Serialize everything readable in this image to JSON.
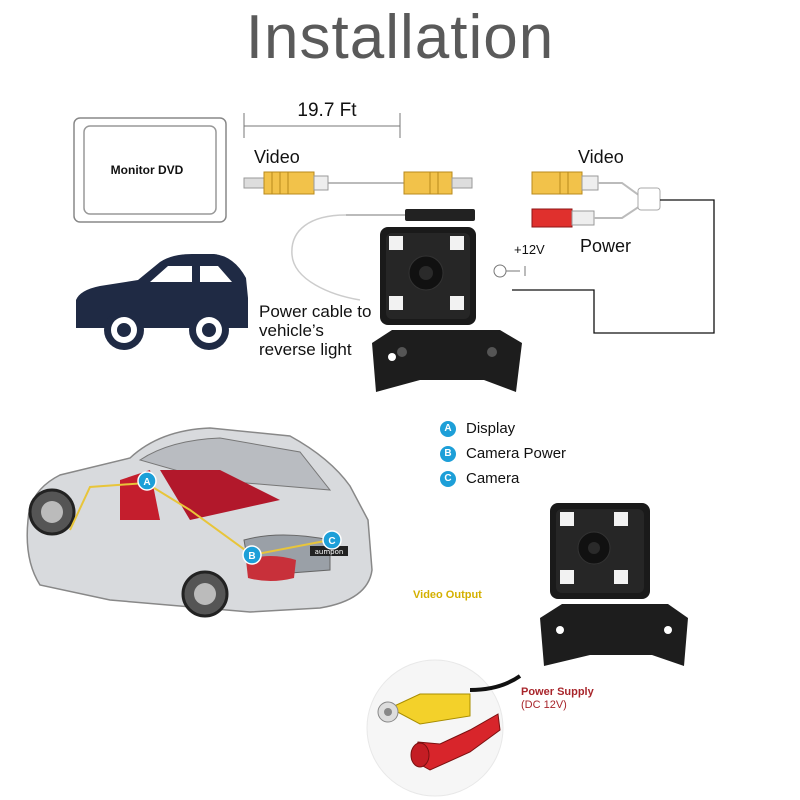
{
  "title": "Installation",
  "top_diagram": {
    "cable_length": "19.7 Ft",
    "monitor_label": "Monitor DVD",
    "video_label_left": "Video",
    "video_label_right": "Video",
    "power_label": "Power",
    "voltage_label": "+12V",
    "reverse_light_note": [
      "Power cable to",
      "vehicle’s",
      "reverse light"
    ]
  },
  "legend": [
    {
      "badge": "A",
      "label": "Display"
    },
    {
      "badge": "B",
      "label": "Camera Power"
    },
    {
      "badge": "C",
      "label": "Camera"
    }
  ],
  "car_photo": {
    "markers": [
      "A",
      "B",
      "C"
    ],
    "plate_text": "aumpon"
  },
  "video_output_label": "Video Output",
  "power_supply_label": [
    "Power Supply",
    "(DC 12V)"
  ],
  "colors": {
    "title": "#5a5a5a",
    "rca_yellow": "#f2c24a",
    "rca_red": "#e0302d",
    "badge_blue": "#1d9fd8",
    "video_output_text": "#d4b000",
    "power_supply_text": "#a8252b",
    "car_silhouette": "#1f2a44"
  },
  "icons": [
    "monitor-icon",
    "car-icon",
    "camera-icon",
    "rca-connector-icon"
  ]
}
